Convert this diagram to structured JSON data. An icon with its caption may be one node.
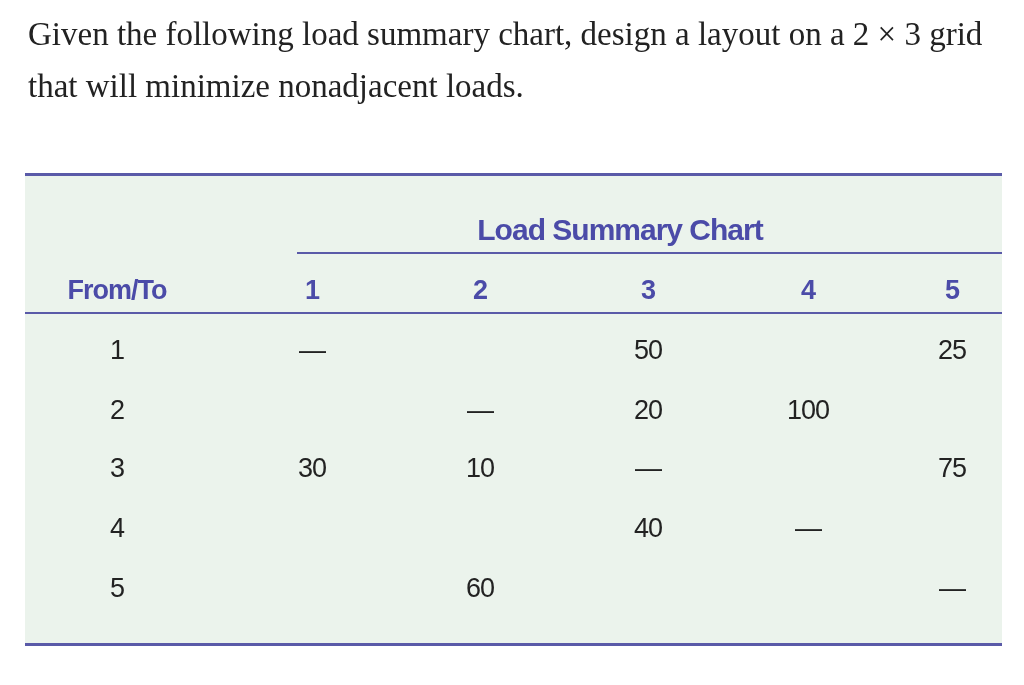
{
  "diagram": {
    "title": "Given the following load summary chart, design a layout on a 2 × 3 grid that will minimize nonadjacent loads.",
    "labels": [
      "Load Summary Chart",
      "From/To",
      "1",
      "2",
      "3",
      "4",
      "5",
      "1",
      "—",
      "50",
      "25",
      "2",
      "—",
      "20",
      "100",
      "3",
      "30",
      "10",
      "—",
      "75",
      "4",
      "40",
      "—",
      "5",
      "60",
      "—"
    ]
  }
}
